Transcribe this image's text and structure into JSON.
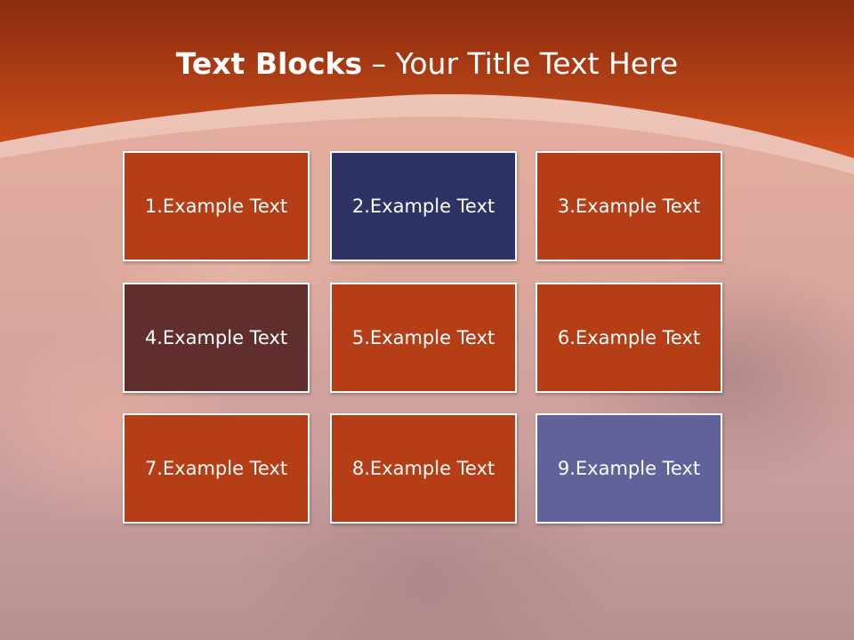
{
  "title": {
    "bold": "Text Blocks",
    "rest": " – Your Title Text Here"
  },
  "colors": {
    "header_top": "#8a2c0f",
    "header_bottom": "#d04f1a",
    "orange_block": "#b53e17",
    "navy_block": "#2f3264",
    "maroon_block": "#612e2e",
    "periwinkle_block": "#62629a"
  },
  "blocks": [
    {
      "label": "1.Example Text",
      "color": "#b53e17"
    },
    {
      "label": "2.Example Text",
      "color": "#2f3264"
    },
    {
      "label": "3.Example Text",
      "color": "#b53e17"
    },
    {
      "label": "4.Example Text",
      "color": "#612e2e"
    },
    {
      "label": "5.Example Text",
      "color": "#b53e17"
    },
    {
      "label": "6.Example Text",
      "color": "#b53e17"
    },
    {
      "label": "7.Example Text",
      "color": "#b53e17"
    },
    {
      "label": "8.Example Text",
      "color": "#b53e17"
    },
    {
      "label": "9.Example Text",
      "color": "#62629a"
    }
  ]
}
